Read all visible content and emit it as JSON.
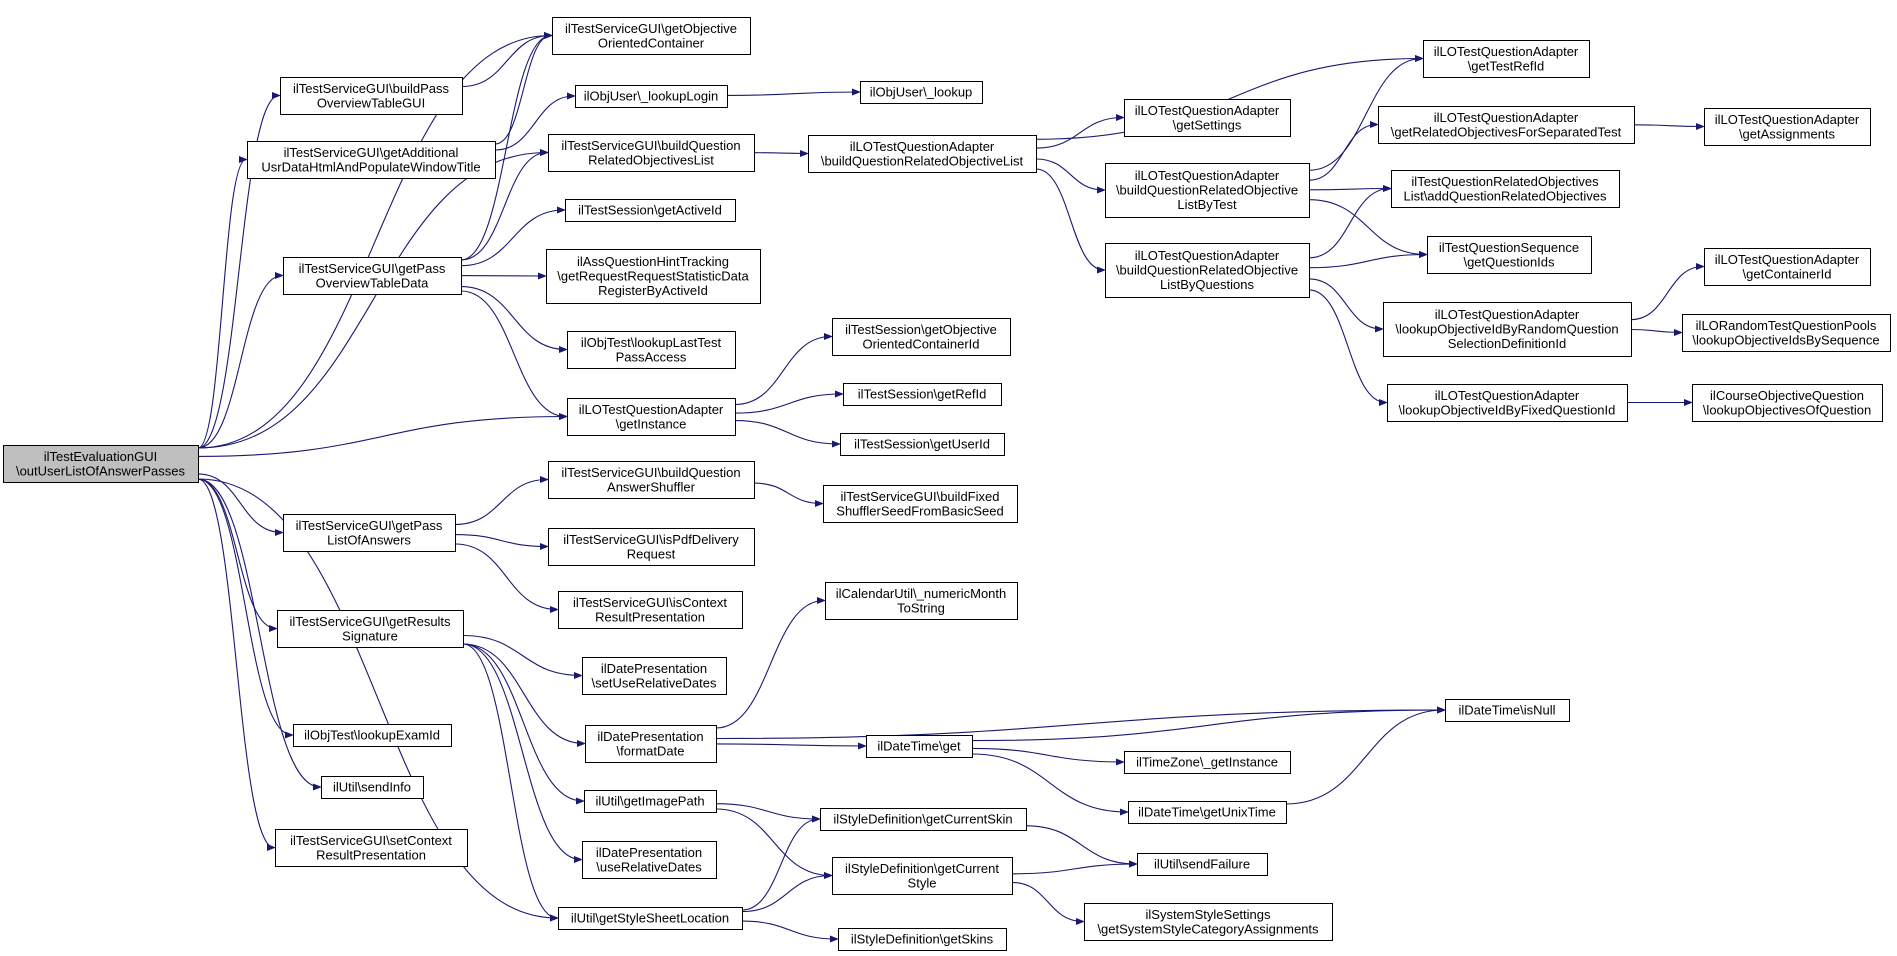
{
  "colors": {
    "edge": "#191970",
    "node_border": "#000000",
    "node_fill": "#ffffff",
    "root_fill": "#bfbfbf",
    "background": "#ffffff"
  },
  "nodes": [
    {
      "id": "root",
      "lines": [
        "ilTestEvaluationGUI",
        "\\outUserListOfAnswerPasses"
      ]
    },
    {
      "id": "getObjectiveOrientedContainer",
      "lines": [
        "ilTestServiceGUI\\getObjective",
        "OrientedContainer"
      ]
    },
    {
      "id": "buildPassOverviewTableGUI",
      "lines": [
        "ilTestServiceGUI\\buildPass",
        "OverviewTableGUI"
      ]
    },
    {
      "id": "getAdditionalUsrData",
      "lines": [
        "ilTestServiceGUI\\getAdditional",
        "UsrDataHtmlAndPopulateWindowTitle"
      ]
    },
    {
      "id": "lookupLogin",
      "lines": [
        "ilObjUser\\_lookupLogin"
      ]
    },
    {
      "id": "objUserLookup",
      "lines": [
        "ilObjUser\\_lookup"
      ]
    },
    {
      "id": "buildQuestionRelatedObjectivesList",
      "lines": [
        "ilTestServiceGUI\\buildQuestion",
        "RelatedObjectivesList"
      ]
    },
    {
      "id": "adapterBuildList",
      "lines": [
        "ilLOTestQuestionAdapter",
        "\\buildQuestionRelatedObjectiveList"
      ]
    },
    {
      "id": "getTestRefId",
      "lines": [
        "ilLOTestQuestionAdapter",
        "\\getTestRefId"
      ]
    },
    {
      "id": "getSettings",
      "lines": [
        "ilLOTestQuestionAdapter",
        "\\getSettings"
      ]
    },
    {
      "id": "getRelatedObjectivesForSeparatedTest",
      "lines": [
        "ilLOTestQuestionAdapter",
        "\\getRelatedObjectivesForSeparatedTest"
      ]
    },
    {
      "id": "getAssignments",
      "lines": [
        "ilLOTestQuestionAdapter",
        "\\getAssignments"
      ]
    },
    {
      "id": "buildListByTest",
      "lines": [
        "ilLOTestQuestionAdapter",
        "\\buildQuestionRelatedObjective",
        "ListByTest"
      ]
    },
    {
      "id": "addQuestionRelatedObjectives",
      "lines": [
        "ilTestQuestionRelatedObjectives",
        "List\\addQuestionRelatedObjectives"
      ]
    },
    {
      "id": "getQuestionIds",
      "lines": [
        "ilTestQuestionSequence",
        "\\getQuestionIds"
      ]
    },
    {
      "id": "buildListByQuestions",
      "lines": [
        "ilLOTestQuestionAdapter",
        "\\buildQuestionRelatedObjective",
        "ListByQuestions"
      ]
    },
    {
      "id": "getContainerId",
      "lines": [
        "ilLOTestQuestionAdapter",
        "\\getContainerId"
      ]
    },
    {
      "id": "lookupByRandom",
      "lines": [
        "ilLOTestQuestionAdapter",
        "\\lookupObjectiveIdByRandomQuestion",
        "SelectionDefinitionId"
      ]
    },
    {
      "id": "lookupObjectiveIdsBySequence",
      "lines": [
        "ilLORandomTestQuestionPools",
        "\\lookupObjectiveIdsBySequence"
      ]
    },
    {
      "id": "lookupByFixed",
      "lines": [
        "ilLOTestQuestionAdapter",
        "\\lookupObjectiveIdByFixedQuestionId"
      ]
    },
    {
      "id": "lookupObjectivesOfQuestion",
      "lines": [
        "ilCourseObjectiveQuestion",
        "\\lookupObjectivesOfQuestion"
      ]
    },
    {
      "id": "getActiveId",
      "lines": [
        "ilTestSession\\getActiveId"
      ]
    },
    {
      "id": "getPassOverviewTableData",
      "lines": [
        "ilTestServiceGUI\\getPass",
        "OverviewTableData"
      ]
    },
    {
      "id": "hintTracking",
      "lines": [
        "ilAssQuestionHintTracking",
        "\\getRequestRequestStatisticData",
        "RegisterByActiveId"
      ]
    },
    {
      "id": "lookupLastTestPassAccess",
      "lines": [
        "ilObjTest\\lookupLastTest",
        "PassAccess"
      ]
    },
    {
      "id": "getObjectiveOrientedContainerId",
      "lines": [
        "ilTestSession\\getObjective",
        "OrientedContainerId"
      ]
    },
    {
      "id": "adapterGetInstance",
      "lines": [
        "ilLOTestQuestionAdapter",
        "\\getInstance"
      ]
    },
    {
      "id": "getRefId",
      "lines": [
        "ilTestSession\\getRefId"
      ]
    },
    {
      "id": "getUserId",
      "lines": [
        "ilTestSession\\getUserId"
      ]
    },
    {
      "id": "buildQuestionAnswerShuffler",
      "lines": [
        "ilTestServiceGUI\\buildQuestion",
        "AnswerShuffler"
      ]
    },
    {
      "id": "buildFixedShufflerSeed",
      "lines": [
        "ilTestServiceGUI\\buildFixed",
        "ShufflerSeedFromBasicSeed"
      ]
    },
    {
      "id": "getPassListOfAnswers",
      "lines": [
        "ilTestServiceGUI\\getPass",
        "ListOfAnswers"
      ]
    },
    {
      "id": "isPdfDeliveryRequest",
      "lines": [
        "ilTestServiceGUI\\isPdfDelivery",
        "Request"
      ]
    },
    {
      "id": "isContextResultPresentation",
      "lines": [
        "ilTestServiceGUI\\isContext",
        "ResultPresentation"
      ]
    },
    {
      "id": "numericMonthToString",
      "lines": [
        "ilCalendarUtil\\_numericMonth",
        "ToString"
      ]
    },
    {
      "id": "getResultsSignature",
      "lines": [
        "ilTestServiceGUI\\getResults",
        "Signature"
      ]
    },
    {
      "id": "setUseRelativeDates",
      "lines": [
        "ilDatePresentation",
        "\\setUseRelativeDates"
      ]
    },
    {
      "id": "isNull",
      "lines": [
        "ilDateTime\\isNull"
      ]
    },
    {
      "id": "formatDate",
      "lines": [
        "ilDatePresentation",
        "\\formatDate"
      ]
    },
    {
      "id": "dateTimeGet",
      "lines": [
        "ilDateTime\\get"
      ]
    },
    {
      "id": "lookupExamId",
      "lines": [
        "ilObjTest\\lookupExamId"
      ]
    },
    {
      "id": "timeZoneGetInstance",
      "lines": [
        "ilTimeZone\\_getInstance"
      ]
    },
    {
      "id": "sendInfo",
      "lines": [
        "ilUtil\\sendInfo"
      ]
    },
    {
      "id": "getImagePath",
      "lines": [
        "ilUtil\\getImagePath"
      ]
    },
    {
      "id": "getUnixTime",
      "lines": [
        "ilDateTime\\getUnixTime"
      ]
    },
    {
      "id": "getCurrentSkin",
      "lines": [
        "ilStyleDefinition\\getCurrentSkin"
      ]
    },
    {
      "id": "setContextResultPresentation",
      "lines": [
        "ilTestServiceGUI\\setContext",
        "ResultPresentation"
      ]
    },
    {
      "id": "useRelativeDates",
      "lines": [
        "ilDatePresentation",
        "\\useRelativeDates"
      ]
    },
    {
      "id": "getCurrentStyle",
      "lines": [
        "ilStyleDefinition\\getCurrent",
        "Style"
      ]
    },
    {
      "id": "sendFailure",
      "lines": [
        "ilUtil\\sendFailure"
      ]
    },
    {
      "id": "getSystemStyleCategoryAssignments",
      "lines": [
        "ilSystemStyleSettings",
        "\\getSystemStyleCategoryAssignments"
      ]
    },
    {
      "id": "getStyleSheetLocation",
      "lines": [
        "ilUtil\\getStyleSheetLocation"
      ]
    },
    {
      "id": "getSkins",
      "lines": [
        "ilStyleDefinition\\getSkins"
      ]
    }
  ],
  "edges": [
    [
      "root",
      "getObjectiveOrientedContainer"
    ],
    [
      "root",
      "buildPassOverviewTableGUI"
    ],
    [
      "root",
      "getAdditionalUsrData"
    ],
    [
      "root",
      "buildQuestionRelatedObjectivesList"
    ],
    [
      "root",
      "getPassOverviewTableData"
    ],
    [
      "root",
      "adapterGetInstance"
    ],
    [
      "root",
      "getPassListOfAnswers"
    ],
    [
      "root",
      "getResultsSignature"
    ],
    [
      "root",
      "lookupExamId"
    ],
    [
      "root",
      "sendInfo"
    ],
    [
      "root",
      "setContextResultPresentation"
    ],
    [
      "root",
      "getStyleSheetLocation"
    ],
    [
      "buildPassOverviewTableGUI",
      "getObjectiveOrientedContainer"
    ],
    [
      "getAdditionalUsrData",
      "lookupLogin"
    ],
    [
      "getAdditionalUsrData",
      "getObjectiveOrientedContainer"
    ],
    [
      "lookupLogin",
      "objUserLookup"
    ],
    [
      "buildQuestionRelatedObjectivesList",
      "adapterBuildList"
    ],
    [
      "adapterBuildList",
      "getTestRefId"
    ],
    [
      "adapterBuildList",
      "getSettings"
    ],
    [
      "adapterBuildList",
      "buildListByTest"
    ],
    [
      "adapterBuildList",
      "buildListByQuestions"
    ],
    [
      "buildListByTest",
      "getTestRefId"
    ],
    [
      "buildListByTest",
      "getRelatedObjectivesForSeparatedTest"
    ],
    [
      "buildListByTest",
      "addQuestionRelatedObjectives"
    ],
    [
      "buildListByTest",
      "getQuestionIds"
    ],
    [
      "getRelatedObjectivesForSeparatedTest",
      "getAssignments"
    ],
    [
      "buildListByQuestions",
      "addQuestionRelatedObjectives"
    ],
    [
      "buildListByQuestions",
      "getQuestionIds"
    ],
    [
      "buildListByQuestions",
      "lookupByRandom"
    ],
    [
      "buildListByQuestions",
      "lookupByFixed"
    ],
    [
      "lookupByRandom",
      "getContainerId"
    ],
    [
      "lookupByRandom",
      "lookupObjectiveIdsBySequence"
    ],
    [
      "lookupByFixed",
      "lookupObjectivesOfQuestion"
    ],
    [
      "getPassOverviewTableData",
      "getObjectiveOrientedContainer"
    ],
    [
      "getPassOverviewTableData",
      "buildQuestionRelatedObjectivesList"
    ],
    [
      "getPassOverviewTableData",
      "getActiveId"
    ],
    [
      "getPassOverviewTableData",
      "hintTracking"
    ],
    [
      "getPassOverviewTableData",
      "lookupLastTestPassAccess"
    ],
    [
      "getPassOverviewTableData",
      "adapterGetInstance"
    ],
    [
      "adapterGetInstance",
      "getObjectiveOrientedContainerId"
    ],
    [
      "adapterGetInstance",
      "getRefId"
    ],
    [
      "adapterGetInstance",
      "getUserId"
    ],
    [
      "getPassListOfAnswers",
      "buildQuestionAnswerShuffler"
    ],
    [
      "getPassListOfAnswers",
      "isPdfDeliveryRequest"
    ],
    [
      "getPassListOfAnswers",
      "isContextResultPresentation"
    ],
    [
      "buildQuestionAnswerShuffler",
      "buildFixedShufflerSeed"
    ],
    [
      "getResultsSignature",
      "setUseRelativeDates"
    ],
    [
      "getResultsSignature",
      "formatDate"
    ],
    [
      "getResultsSignature",
      "getImagePath"
    ],
    [
      "getResultsSignature",
      "useRelativeDates"
    ],
    [
      "getResultsSignature",
      "getStyleSheetLocation"
    ],
    [
      "formatDate",
      "numericMonthToString"
    ],
    [
      "formatDate",
      "isNull"
    ],
    [
      "formatDate",
      "dateTimeGet"
    ],
    [
      "dateTimeGet",
      "isNull"
    ],
    [
      "dateTimeGet",
      "timeZoneGetInstance"
    ],
    [
      "dateTimeGet",
      "getUnixTime"
    ],
    [
      "getUnixTime",
      "isNull"
    ],
    [
      "getImagePath",
      "getCurrentSkin"
    ],
    [
      "getImagePath",
      "getCurrentStyle"
    ],
    [
      "getCurrentSkin",
      "sendFailure"
    ],
    [
      "getCurrentStyle",
      "sendFailure"
    ],
    [
      "getCurrentStyle",
      "getSystemStyleCategoryAssignments"
    ],
    [
      "getStyleSheetLocation",
      "getCurrentSkin"
    ],
    [
      "getStyleSheetLocation",
      "getCurrentStyle"
    ],
    [
      "getStyleSheetLocation",
      "getSkins"
    ]
  ]
}
